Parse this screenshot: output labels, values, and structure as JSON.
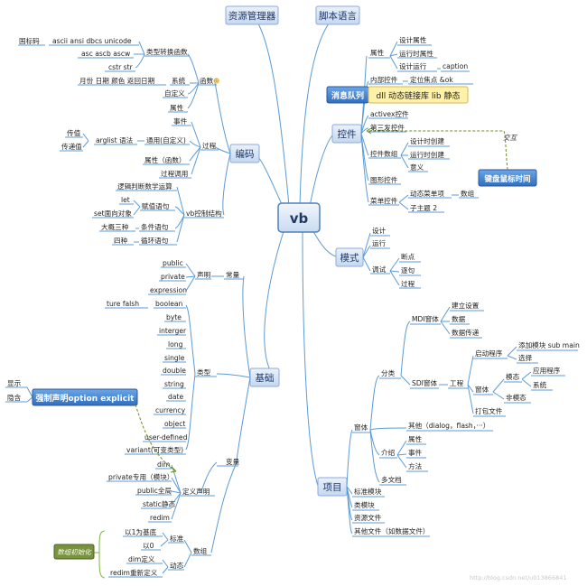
{
  "center": "vb",
  "main": {
    "resource": "资源管理器",
    "script": "脚本语言",
    "coding": "编码",
    "basics": "基础",
    "controls": "控件",
    "mode": "模式",
    "project": "项目"
  },
  "coding": {
    "functions": "函数",
    "conv_funcs": "类型转换函数",
    "ascii_group": "ascii  ansi  dbcs  unicode",
    "code_std": "国标码",
    "asc_group": "asc   ascb   ascw",
    "cstr_group": "cstr   str",
    "system": "系统",
    "date_group": "月份   日期   颜色   返回日期",
    "custom": "自定义",
    "attr": "属性",
    "process": "过程",
    "event": "事件",
    "general": "通用(自定义)",
    "arglist": "arglist 语法",
    "pass_value": "传值",
    "pass_addr": "传递值",
    "attr_func": "属性（函数）",
    "proc_call": "过程调用",
    "vb_ctrl": "vb控制结构",
    "logic": "逻辑判断数学运算",
    "let": "let",
    "set_obj": "set面向对象",
    "assign": "赋值语句",
    "three": "大概三种",
    "cond": "条件语句",
    "four": "四种",
    "loop": "循环语句"
  },
  "basics": {
    "declare": "声明",
    "constant": "常量",
    "public": "public",
    "private": "private",
    "expression": "expression",
    "true_false": "ture   falsh",
    "types": [
      "boolean",
      "byte",
      "interger",
      "long",
      "single",
      "double",
      "string",
      "date",
      "currency",
      "object",
      "user-defined",
      "variant(可变类型)"
    ],
    "type": "类型",
    "variable": "变量",
    "dim": "dim",
    "private_mod": "private专用（模块）",
    "public_global": "public全局",
    "static": "static静态",
    "redim": "redim",
    "def_declare": "定义声明",
    "base1": "以1为基底",
    "base0": "以0",
    "standard": "标准",
    "dim_def": "dim定义",
    "redim_def": "redim重新定义",
    "dynamic": "动态",
    "array": "数组",
    "option_explicit": "强制声明option explicit",
    "show": "显示",
    "hide": "隐含",
    "array_init": "数组初始化"
  },
  "controls": {
    "property": "属性",
    "design_prop": "设计属性",
    "runtime_prop": "运行时属性",
    "design_run": "设计运行",
    "caption": "caption",
    "internal": "内部控件",
    "focus": "定位焦点 &ok",
    "msg_queue": "消息队列",
    "dll": "dll 动态链接库  lib 静态",
    "activex": "activex控件",
    "third": "第三发控件",
    "ctrl_array": "控件数组",
    "design_create": "设计时创建",
    "run_create": "运行时创建",
    "meaning": "意义",
    "graphics": "图形控件",
    "menu": "菜单控件",
    "dyn_menu": "动态菜单项",
    "array": "数组",
    "sub2": "子主题 2",
    "keyboard": "键盘鼠标时间",
    "interact": "交互"
  },
  "mode": {
    "design": "设计",
    "run": "运行",
    "debug": "调试",
    "breakpoint": "断点",
    "step": "逐句",
    "procedure": "过程"
  },
  "project": {
    "form": "窗体",
    "classify": "分类",
    "mdi": "MDI窗体",
    "build": "建立设置",
    "data": "数据",
    "data_pass": "数据传递",
    "sdi": "SDI窗体",
    "project2": "工程",
    "startup": "启动程序",
    "add_module": "添加模块 sub main",
    "select": "选择",
    "form2": "窗体",
    "modal": "模态",
    "app": "应用程序",
    "system": "系统",
    "nonmodal": "非模态",
    "pack": "打包文件",
    "other": "其他（dialog，flash，···）",
    "intro": "介绍",
    "prop": "属性",
    "event": "事件",
    "method": "方法",
    "multidoc": "多文档",
    "std_module": "标准模块",
    "class_module": "类模块",
    "res_file": "资源文件",
    "other_file": "其他文件（如数据文件）"
  },
  "watermark": "http://blog.csdn.net/u013866841"
}
